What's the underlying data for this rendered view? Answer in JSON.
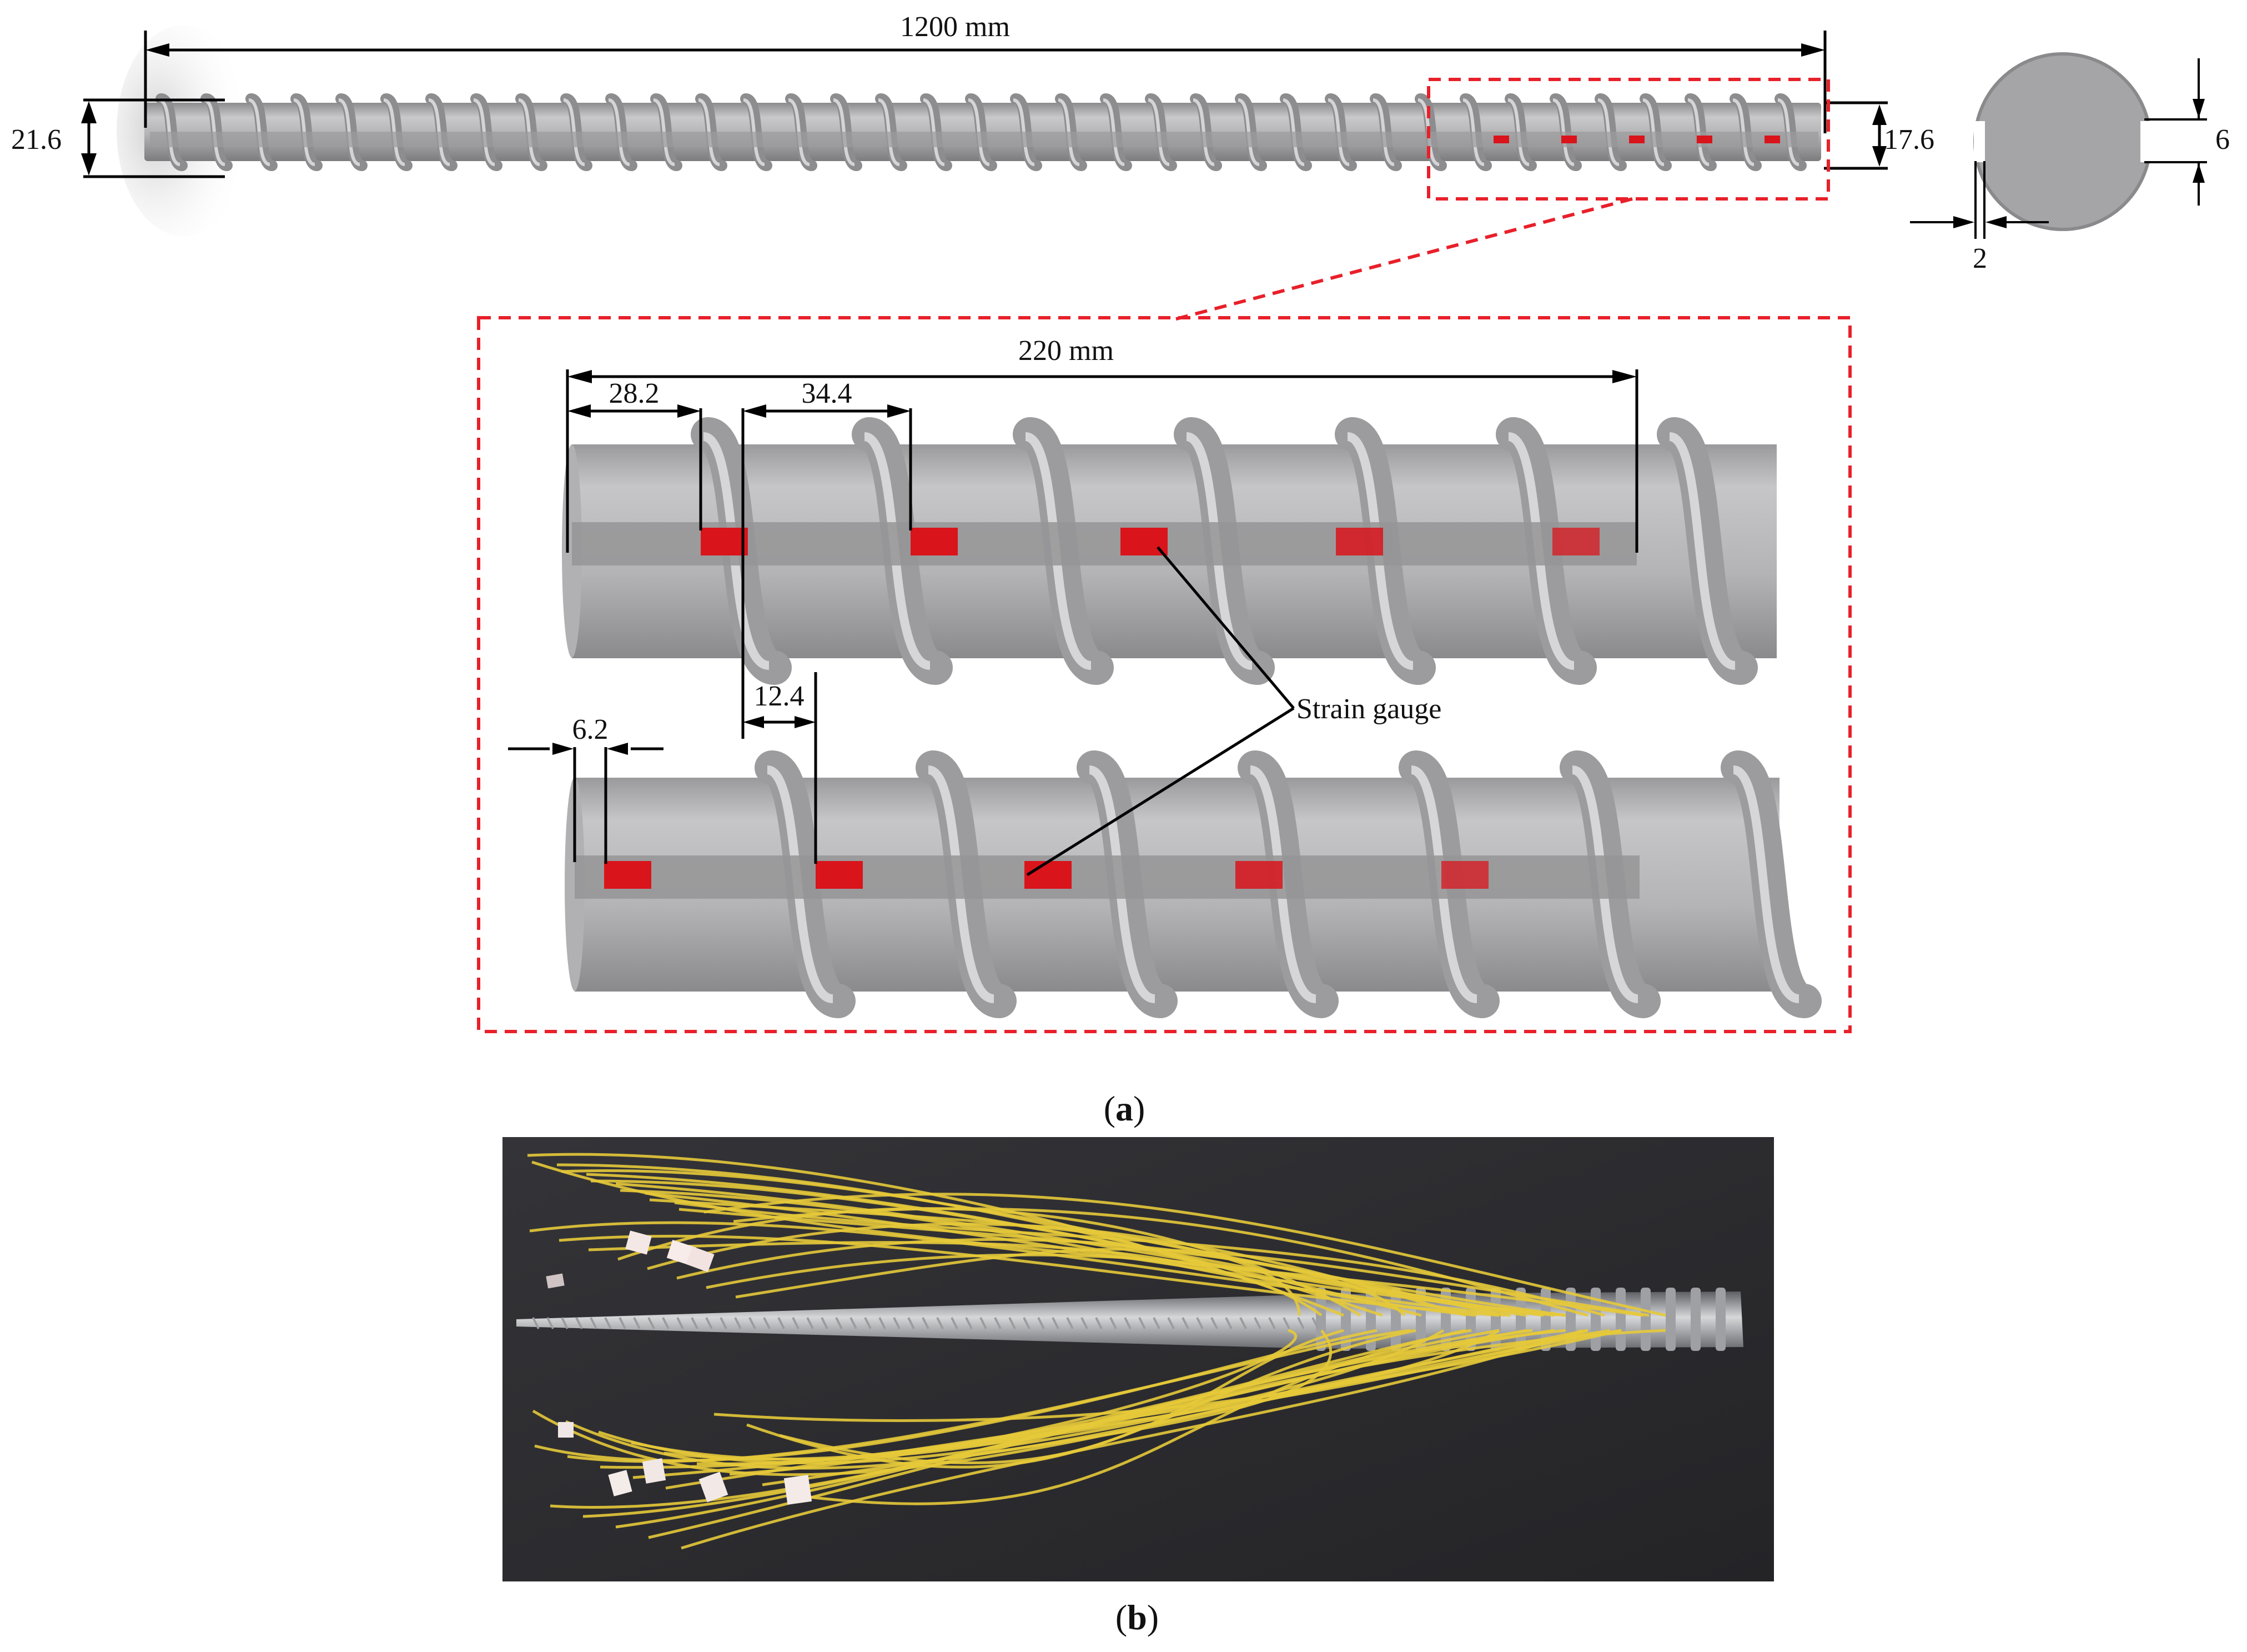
{
  "figure": {
    "panel_a": {
      "overall_length": "1200 mm",
      "bar_diameter_left": "21.6",
      "bar_diameter_right": "17.6",
      "groove_width": "6",
      "groove_depth": "2",
      "gauge_zone_length": "220 mm",
      "first_gauge_offset": "28.2",
      "gauge_spacing": "34.4",
      "gauge_stagger": "12.4",
      "edge_offset": "6.2",
      "gauge_label": "Strain gauge",
      "caption_open": "(",
      "caption_letter": "a",
      "caption_close": ")"
    },
    "panel_b": {
      "caption_open": "(",
      "caption_letter": "b",
      "caption_close": ")"
    },
    "colors": {
      "gauge_red": "#d9141b",
      "dashed_box_red": "#e8202a",
      "bar_gray": "#a9a9ab",
      "wire_yellow": "#e6c93a",
      "photo_background": "#2b2b2e"
    }
  }
}
